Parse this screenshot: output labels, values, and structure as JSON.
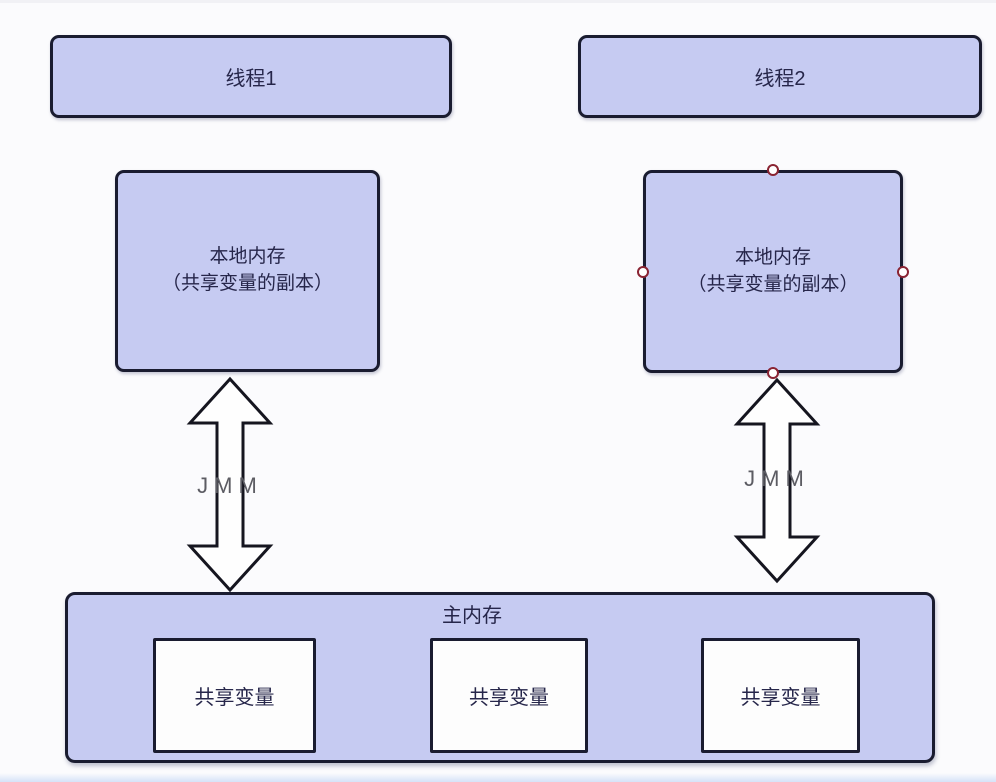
{
  "diagram": {
    "title_semantic": "JMM 内存模型示意图",
    "threads": [
      {
        "label": "线程1"
      },
      {
        "label": "线程2"
      }
    ],
    "local_memories": [
      {
        "title": "本地内存",
        "subtitle": "（共享变量的副本）",
        "selected": false
      },
      {
        "title": "本地内存",
        "subtitle": "（共享变量的副本）",
        "selected": true
      }
    ],
    "arrows": [
      {
        "label": "JMM"
      },
      {
        "label": "JMM"
      }
    ],
    "main_memory": {
      "label": "主内存",
      "shared_variables": [
        {
          "label": "共享变量"
        },
        {
          "label": "共享变量"
        },
        {
          "label": "共享变量"
        }
      ]
    },
    "colors": {
      "shape_fill": "#c6cbf2",
      "shape_border": "#1a1c30",
      "shape_text": "#26264a",
      "arrow_fill": "#fefefe",
      "arrow_border": "#15151f",
      "jmm_text": "#5c5c63",
      "handle_fill": "#ffffff",
      "handle_border": "#8a2433",
      "white_box_fill": "#fdfdfd",
      "canvas_background": "#fbfbfd",
      "bottom_strip": "#d6e2f8"
    }
  }
}
